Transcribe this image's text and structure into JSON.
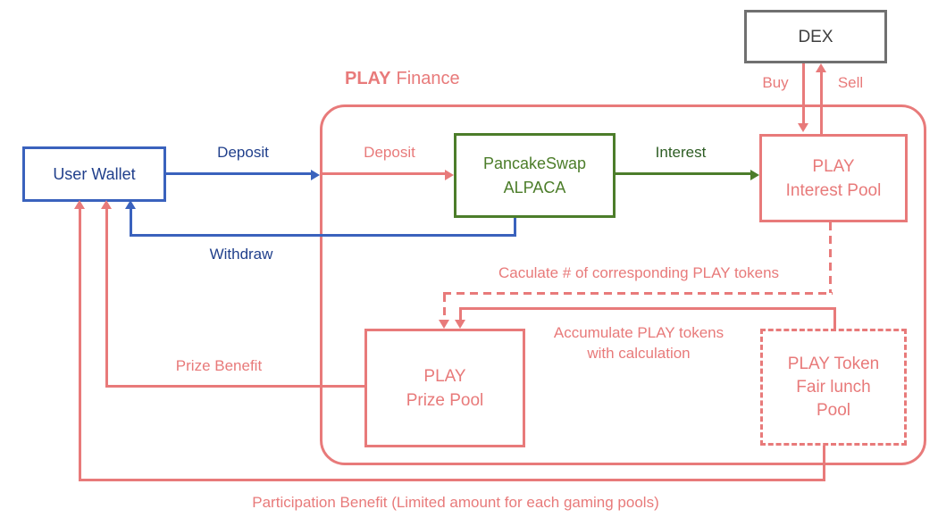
{
  "title": {
    "brand": "PLAY",
    "suffix": "Finance"
  },
  "colors": {
    "salmon": "#e87a7a",
    "blue_line": "#3a62bd",
    "blue_text": "#21408c",
    "green_line": "#4c7d2a",
    "green_text_dark": "#2e5d24",
    "gray_border": "#707070",
    "dark_text": "#3f3f3f"
  },
  "nodes": {
    "dex": {
      "label": "DEX"
    },
    "user_wallet": {
      "label": "User Wallet"
    },
    "pancakeswap": {
      "line1": "PancakeSwap",
      "line2": "ALPACA"
    },
    "interest_pool": {
      "line1": "PLAY",
      "line2": "Interest Pool"
    },
    "prize_pool": {
      "line1": "PLAY",
      "line2": "Prize Pool"
    },
    "fair_launch_pool": {
      "line1": "PLAY Token",
      "line2": "Fair lunch",
      "line3": "Pool"
    }
  },
  "labels": {
    "buy": "Buy",
    "sell": "Sell",
    "deposit_from_wallet": "Deposit",
    "deposit_to_platform": "Deposit",
    "withdraw": "Withdraw",
    "interest": "Interest",
    "calculate": "Caculate # of corresponding PLAY tokens",
    "accumulate_line1": "Accumulate PLAY tokens",
    "accumulate_line2": "with calculation",
    "prize_benefit": "Prize Benefit",
    "participation_benefit": "Participation Benefit (Limited amount for each gaming pools)"
  }
}
